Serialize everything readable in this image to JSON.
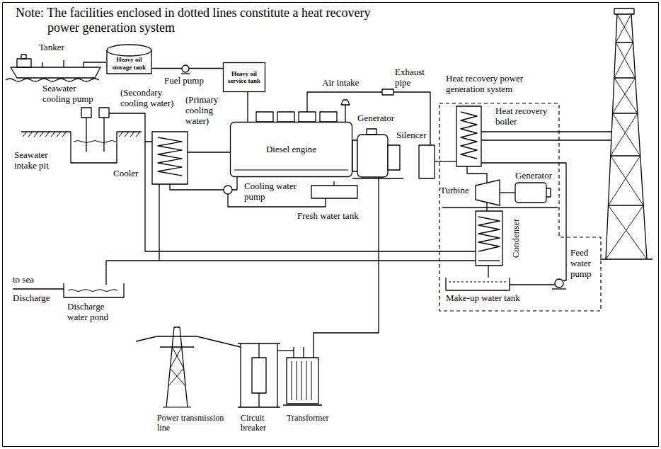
{
  "diagram": {
    "nodes": [
      {
        "text": [
          "Heavy oil storage tank"
        ]
      },
      {
        "text": [
          "Heavy oil service tank"
        ]
      },
      {
        "text": [
          "Diesel engine"
        ]
      },
      {
        "text": [
          "Heat recovery power generation system"
        ]
      }
    ],
    "edges": [
      {
        "from": 0,
        "to": 1,
        "arrow": "none"
      },
      {
        "from": 1,
        "to": 2,
        "arrow": "none"
      }
    ],
    "labels": [
      "Note: The facilities enclosed in dotted lines constitute a heat recovery power generation system",
      "Tanker",
      "Fuel pump",
      "Seawater cooling pump",
      "(Secondary cooling water)",
      "(Primary cooling water)",
      "Air intake",
      "Exhaust pipe",
      "Generator",
      "Silencer",
      "Heat recovery boiler",
      "Seawater intake pit",
      "Cooler",
      "Cooling water pump",
      "Fresh water tank",
      "Turbine",
      "Generator",
      "Condenser",
      "to sea",
      "Discharge",
      "Discharge water pond",
      "Feed water pump",
      "Make-up water tank",
      "Power transmission line",
      "Circuit breaker",
      "Transformer"
    ]
  }
}
